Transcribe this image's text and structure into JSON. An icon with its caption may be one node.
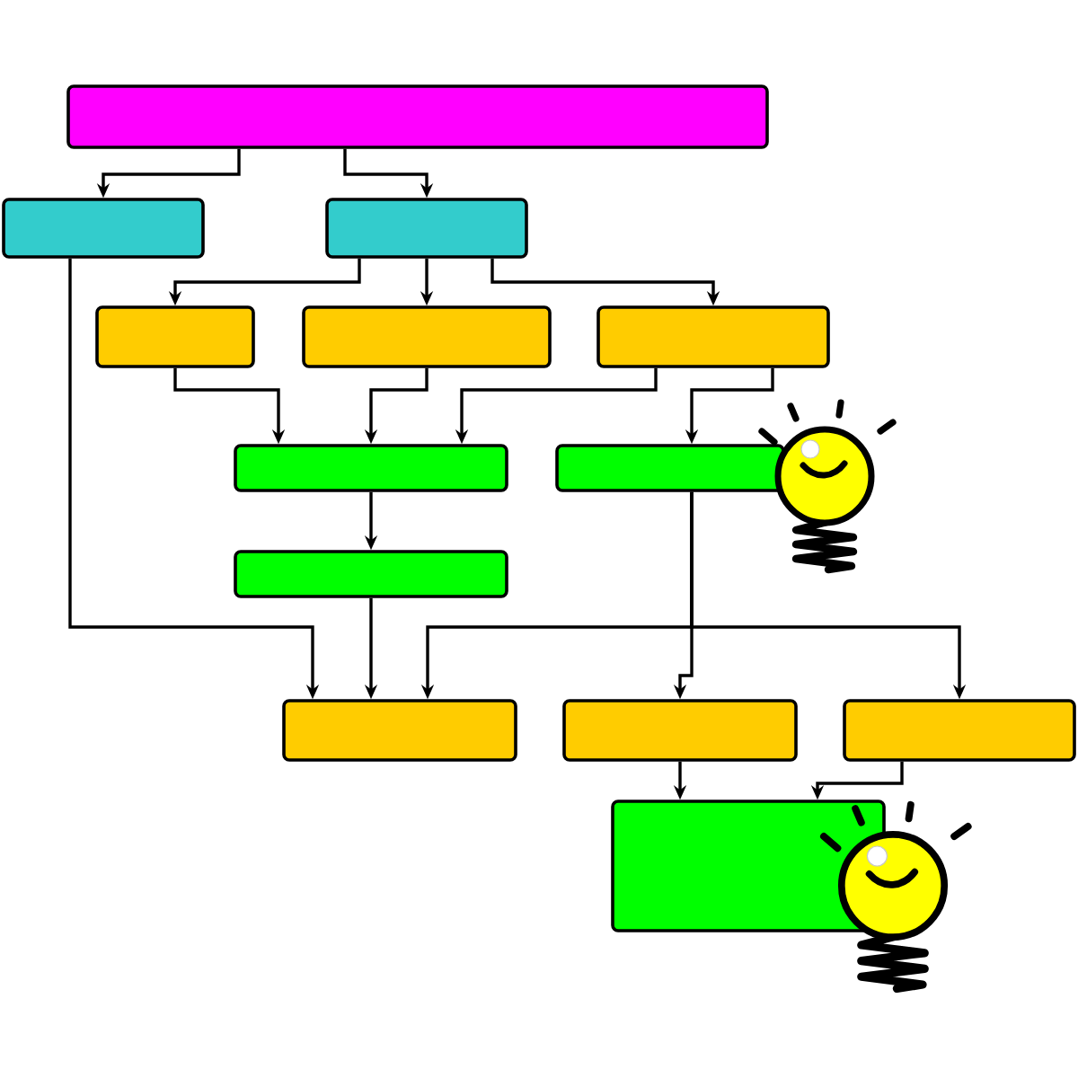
{
  "diagram": {
    "nodes": [
      {
        "text": [],
        "shape": "box"
      },
      {
        "text": [],
        "shape": "box"
      },
      {
        "text": [],
        "shape": "box"
      },
      {
        "text": [],
        "shape": "box"
      },
      {
        "text": [],
        "shape": "box"
      },
      {
        "text": [],
        "shape": "box"
      },
      {
        "text": [],
        "shape": "box"
      },
      {
        "text": [],
        "shape": "box"
      },
      {
        "text": [],
        "shape": "box"
      },
      {
        "text": [],
        "shape": "box"
      },
      {
        "text": [],
        "shape": "box"
      },
      {
        "text": [],
        "shape": "box"
      },
      {
        "text": [],
        "shape": "box"
      }
    ],
    "edges": [
      {
        "from": 0,
        "to": 1,
        "arrow": "to"
      },
      {
        "from": 0,
        "to": 2,
        "arrow": "to"
      },
      {
        "from": 2,
        "to": 3,
        "arrow": "to"
      },
      {
        "from": 2,
        "to": 4,
        "arrow": "to"
      },
      {
        "from": 2,
        "to": 5,
        "arrow": "to"
      },
      {
        "from": 3,
        "to": 6,
        "arrow": "to"
      },
      {
        "from": 4,
        "to": 6,
        "arrow": "to"
      },
      {
        "from": 5,
        "to": 6,
        "arrow": "to"
      },
      {
        "from": 5,
        "to": 7,
        "arrow": "to"
      },
      {
        "from": 6,
        "to": 8,
        "arrow": "to"
      },
      {
        "from": 1,
        "to": 9,
        "arrow": "to"
      },
      {
        "from": 8,
        "to": 9,
        "arrow": "to"
      },
      {
        "from": 7,
        "to": 9,
        "arrow": "to"
      },
      {
        "from": 7,
        "to": 10,
        "arrow": "to"
      },
      {
        "from": 7,
        "to": 11,
        "arrow": "to"
      },
      {
        "from": 10,
        "to": 12,
        "arrow": "to"
      },
      {
        "from": 11,
        "to": 12,
        "arrow": "to"
      }
    ]
  }
}
